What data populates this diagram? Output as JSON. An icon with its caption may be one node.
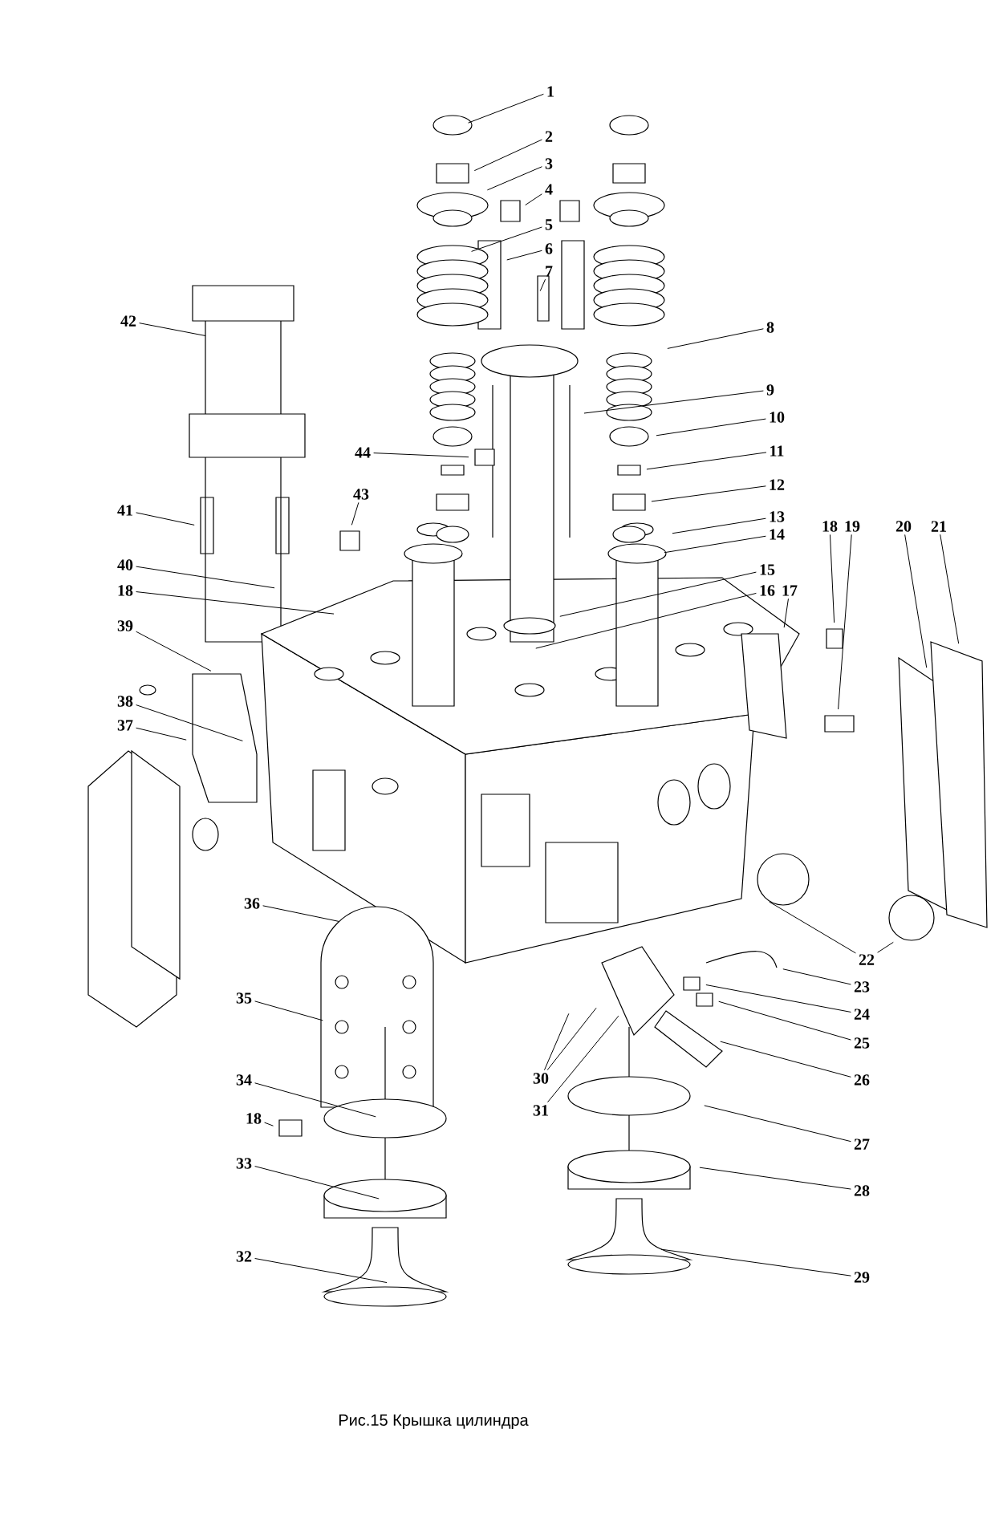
{
  "diagram": {
    "caption": "Рис.15 Крышка цилиндра",
    "nodes": [
      {
        "text": [
          "1"
        ]
      },
      {
        "text": [
          "2"
        ]
      },
      {
        "text": [
          "3"
        ]
      },
      {
        "text": [
          "4"
        ]
      },
      {
        "text": [
          "5"
        ]
      },
      {
        "text": [
          "6"
        ]
      },
      {
        "text": [
          "7"
        ]
      },
      {
        "text": [
          "8"
        ]
      },
      {
        "text": [
          "9"
        ]
      },
      {
        "text": [
          "10"
        ]
      },
      {
        "text": [
          "11"
        ]
      },
      {
        "text": [
          "12"
        ]
      },
      {
        "text": [
          "13"
        ]
      },
      {
        "text": [
          "14"
        ]
      },
      {
        "text": [
          "15"
        ]
      },
      {
        "text": [
          "16"
        ]
      },
      {
        "text": [
          "17"
        ]
      },
      {
        "text": [
          "18"
        ]
      },
      {
        "text": [
          "18"
        ]
      },
      {
        "text": [
          "18"
        ]
      },
      {
        "text": [
          "19"
        ]
      },
      {
        "text": [
          "20"
        ]
      },
      {
        "text": [
          "21"
        ]
      },
      {
        "text": [
          "22"
        ]
      },
      {
        "text": [
          "23"
        ]
      },
      {
        "text": [
          "24"
        ]
      },
      {
        "text": [
          "25"
        ]
      },
      {
        "text": [
          "26"
        ]
      },
      {
        "text": [
          "27"
        ]
      },
      {
        "text": [
          "28"
        ]
      },
      {
        "text": [
          "29"
        ]
      },
      {
        "text": [
          "30"
        ]
      },
      {
        "text": [
          "31"
        ]
      },
      {
        "text": [
          "32"
        ]
      },
      {
        "text": [
          "33"
        ]
      },
      {
        "text": [
          "34"
        ]
      },
      {
        "text": [
          "35"
        ]
      },
      {
        "text": [
          "36"
        ]
      },
      {
        "text": [
          "37"
        ]
      },
      {
        "text": [
          "38"
        ]
      },
      {
        "text": [
          "39"
        ]
      },
      {
        "text": [
          "40"
        ]
      },
      {
        "text": [
          "41"
        ]
      },
      {
        "text": [
          "42"
        ]
      },
      {
        "text": [
          "43"
        ]
      },
      {
        "text": [
          "44"
        ]
      }
    ],
    "edges": [
      {
        "from": 0,
        "to": null,
        "arrow": "none"
      },
      {
        "from": 1,
        "to": null,
        "arrow": "none"
      },
      {
        "from": 2,
        "to": null,
        "arrow": "none"
      },
      {
        "from": 3,
        "to": null,
        "arrow": "none"
      },
      {
        "from": 4,
        "to": null,
        "arrow": "none"
      },
      {
        "from": 5,
        "to": null,
        "arrow": "none"
      },
      {
        "from": 6,
        "to": null,
        "arrow": "none"
      },
      {
        "from": 7,
        "to": null,
        "arrow": "none"
      },
      {
        "from": 8,
        "to": null,
        "arrow": "none"
      },
      {
        "from": 9,
        "to": null,
        "arrow": "none"
      },
      {
        "from": 10,
        "to": null,
        "arrow": "none"
      },
      {
        "from": 11,
        "to": null,
        "arrow": "none"
      },
      {
        "from": 12,
        "to": null,
        "arrow": "none"
      },
      {
        "from": 13,
        "to": null,
        "arrow": "none"
      },
      {
        "from": 14,
        "to": null,
        "arrow": "none"
      },
      {
        "from": 15,
        "to": null,
        "arrow": "none"
      },
      {
        "from": 16,
        "to": null,
        "arrow": "none"
      },
      {
        "from": 17,
        "to": null,
        "arrow": "none"
      },
      {
        "from": 18,
        "to": null,
        "arrow": "none"
      },
      {
        "from": 19,
        "to": null,
        "arrow": "none"
      },
      {
        "from": 20,
        "to": null,
        "arrow": "none"
      },
      {
        "from": 21,
        "to": null,
        "arrow": "none"
      },
      {
        "from": 22,
        "to": null,
        "arrow": "none"
      },
      {
        "from": 23,
        "to": null,
        "arrow": "none"
      },
      {
        "from": 23,
        "to": null,
        "arrow": "none"
      },
      {
        "from": 24,
        "to": null,
        "arrow": "none"
      },
      {
        "from": 25,
        "to": null,
        "arrow": "none"
      },
      {
        "from": 26,
        "to": null,
        "arrow": "none"
      },
      {
        "from": 27,
        "to": null,
        "arrow": "none"
      },
      {
        "from": 28,
        "to": null,
        "arrow": "none"
      },
      {
        "from": 29,
        "to": null,
        "arrow": "none"
      },
      {
        "from": 30,
        "to": null,
        "arrow": "none"
      },
      {
        "from": 31,
        "to": null,
        "arrow": "none"
      },
      {
        "from": 31,
        "to": null,
        "arrow": "none"
      },
      {
        "from": 32,
        "to": null,
        "arrow": "none"
      },
      {
        "from": 33,
        "to": null,
        "arrow": "none"
      },
      {
        "from": 34,
        "to": null,
        "arrow": "none"
      },
      {
        "from": 35,
        "to": null,
        "arrow": "none"
      },
      {
        "from": 36,
        "to": null,
        "arrow": "none"
      },
      {
        "from": 37,
        "to": null,
        "arrow": "none"
      },
      {
        "from": 38,
        "to": null,
        "arrow": "none"
      },
      {
        "from": 39,
        "to": null,
        "arrow": "none"
      },
      {
        "from": 40,
        "to": null,
        "arrow": "none"
      },
      {
        "from": 41,
        "to": null,
        "arrow": "none"
      },
      {
        "from": 42,
        "to": null,
        "arrow": "none"
      },
      {
        "from": 43,
        "to": null,
        "arrow": "none"
      },
      {
        "from": 44,
        "to": null,
        "arrow": "none"
      },
      {
        "from": 45,
        "to": null,
        "arrow": "none"
      }
    ]
  }
}
